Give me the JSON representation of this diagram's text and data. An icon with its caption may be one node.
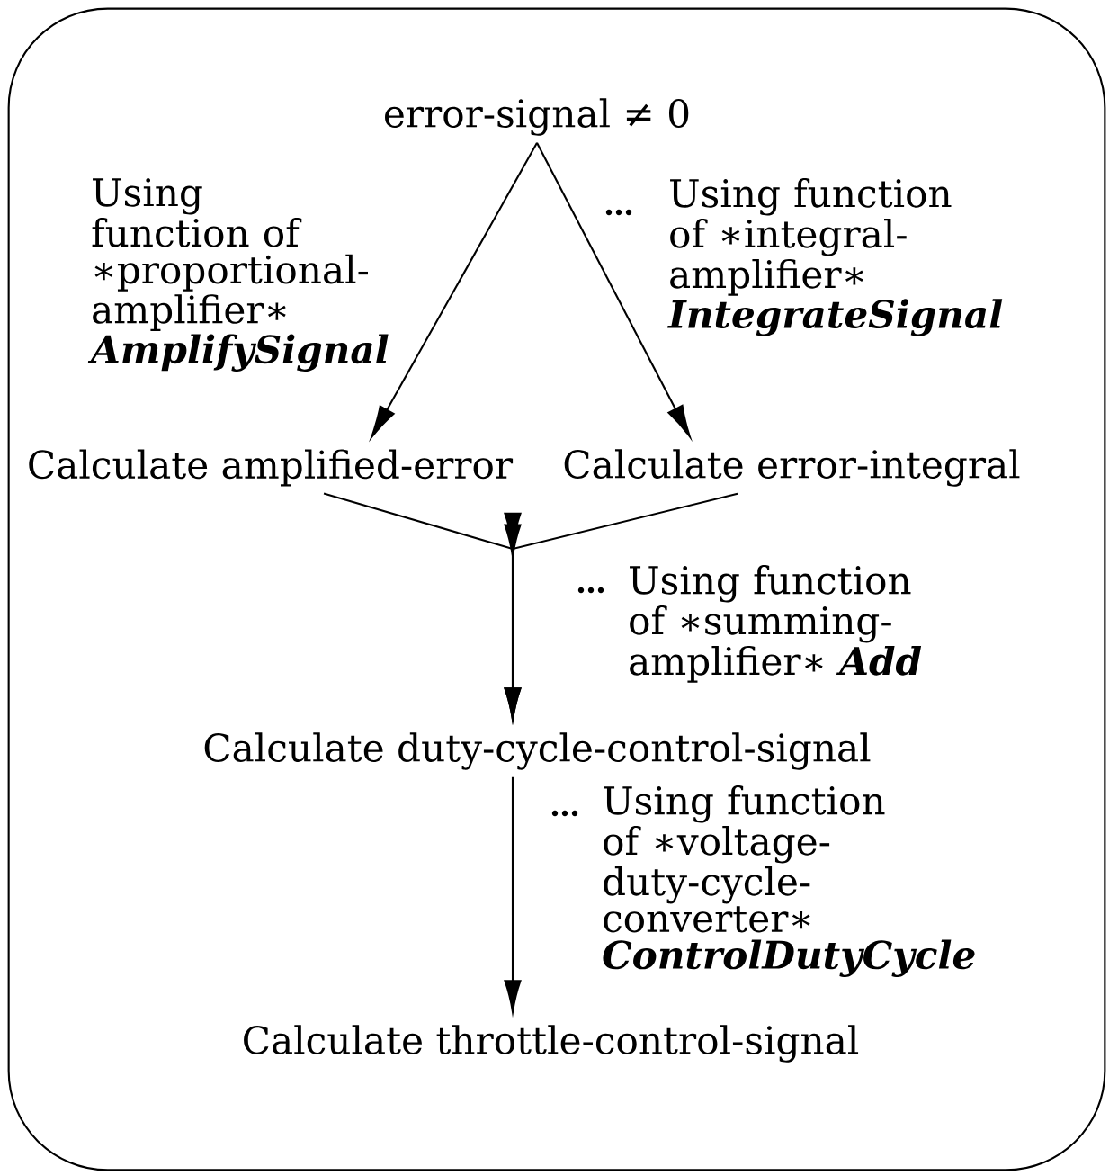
{
  "diagram": {
    "nodes": [
      {
        "text": [],
        "shape": "box"
      },
      {
        "text": [
          "error-signal  ≠ 0"
        ],
        "in": 0
      },
      {
        "text": [
          "Calculate amplified-error"
        ],
        "in": 0
      },
      {
        "text": [
          "Calculate error-integral"
        ],
        "in": 0
      },
      {
        "text": [
          "Calculate duty-cycle-control-signal"
        ],
        "in": 0
      },
      {
        "text": [
          "Calculate throttle-control-signal"
        ],
        "in": 0
      }
    ],
    "edges": [
      {
        "from": 1,
        "to": 2,
        "arrow": "to",
        "label": "Using function of ∗proportional-amplifier∗ **AmplifySignal**"
      },
      {
        "from": 1,
        "to": 3,
        "arrow": "to",
        "label": "Using function of ∗integral-amplifier∗ **IntegrateSignal**"
      },
      {
        "from": 2,
        "to": 4,
        "arrow": "to",
        "label": "Using function of ∗summing-amplifier∗ **Add**"
      },
      {
        "from": 3,
        "to": 4,
        "arrow": "to"
      },
      {
        "from": 4,
        "to": 5,
        "arrow": "to",
        "label": "Using function of ∗voltage-duty-cycle-converter∗ **ControlDutyCycle**"
      }
    ]
  }
}
